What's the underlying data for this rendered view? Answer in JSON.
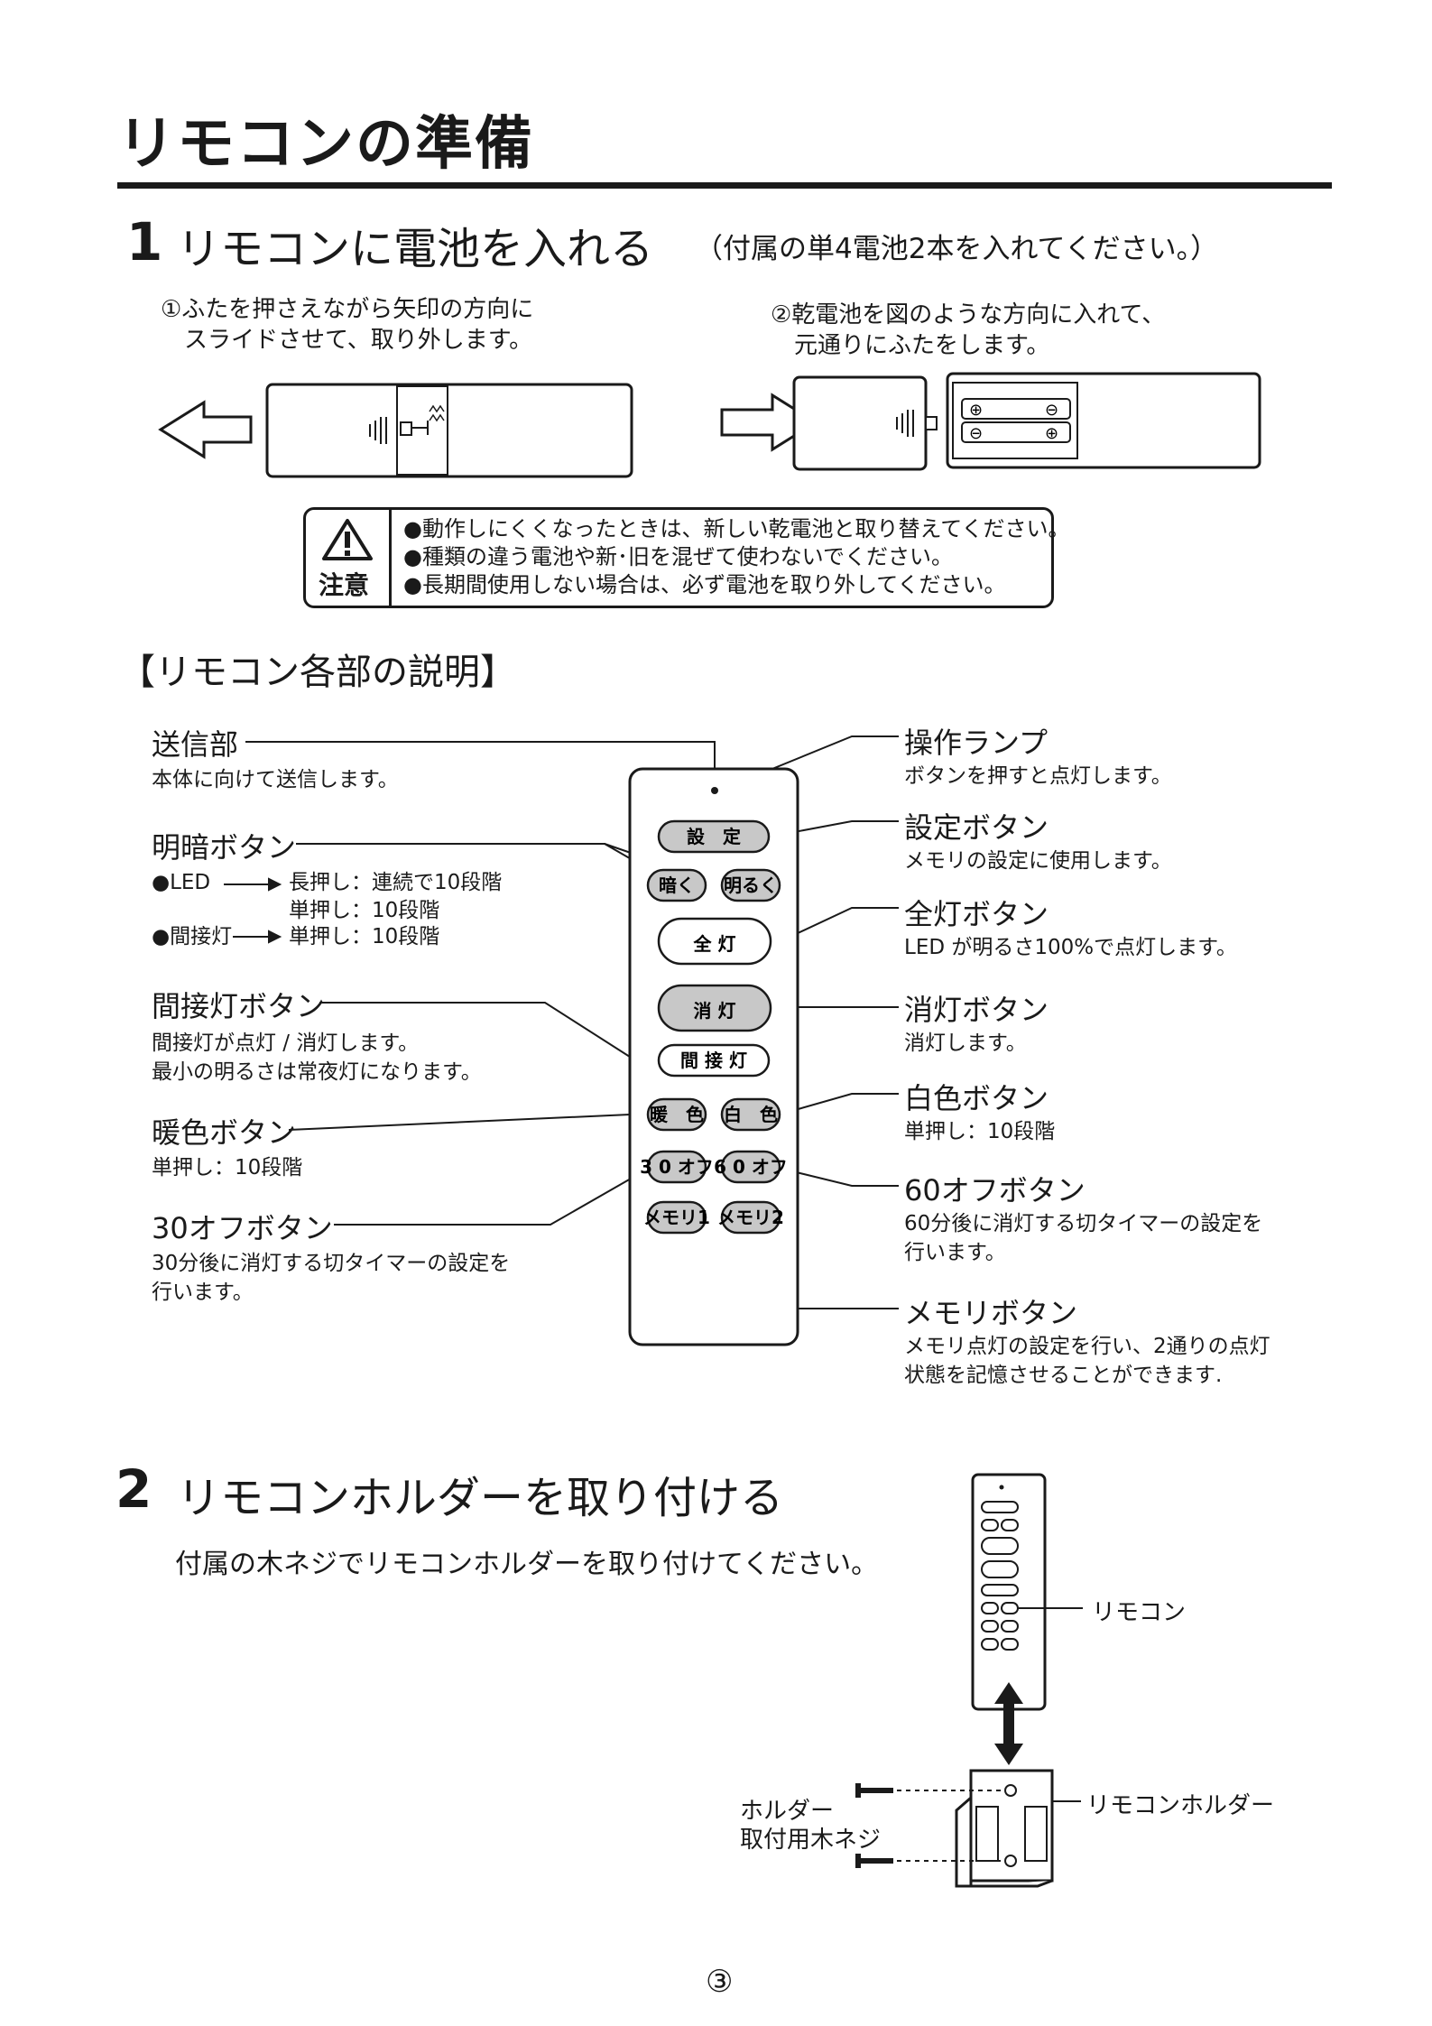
{
  "page_title": "リモコンの準備",
  "section1": {
    "number": "1",
    "title": "リモコンに電池を入れる",
    "note": "（付属の単4電池2本を入れてください。）",
    "step1": "①ふたを押さえながら矢印の方向に\n　スライドさせて、取り外します。",
    "step2": "②乾電池を図のような方向に入れて、\n　元通りにふたをします。",
    "battery_plus": "⊕",
    "battery_minus": "⊖"
  },
  "caution": {
    "label": "注意",
    "lines": [
      "●動作しにくくなったときは、新しい乾電池と取り替えてください。",
      "●種類の違う電池や新･旧を混ぜて使わないでください。",
      "●長期間使用しない場合は、必ず電池を取り外してください。"
    ]
  },
  "parts": {
    "title": "【リモコン各部の説明】",
    "transmitter": {
      "name": "送信部",
      "desc": "本体に向けて送信します。"
    },
    "dimmer": {
      "name": "明暗ボタン",
      "led_label": "●LED",
      "led_line1": "長押し：連続で10段階",
      "led_line2": "単押し：10段階",
      "indirect_label": "●間接灯",
      "indirect_line": "単押し：10段階"
    },
    "indirect": {
      "name": "間接灯ボタン",
      "desc1": "間接灯が点灯 / 消灯します。",
      "desc2": "最小の明るさは常夜灯になります。"
    },
    "warm": {
      "name": "暖色ボタン",
      "desc": "単押し：10段階"
    },
    "off30": {
      "name": "30オフボタン",
      "desc1": "30分後に消灯する切タイマーの設定を",
      "desc2": "行います。"
    },
    "lamp": {
      "name": "操作ランプ",
      "desc": "ボタンを押すと点灯します。"
    },
    "setting": {
      "name": "設定ボタン",
      "desc": "メモリの設定に使用します。"
    },
    "full": {
      "name": "全灯ボタン",
      "desc": "LED が明るさ100%で点灯します。"
    },
    "off": {
      "name": "消灯ボタン",
      "desc": "消灯します。"
    },
    "white": {
      "name": "白色ボタン",
      "desc": "単押し：10段階"
    },
    "off60": {
      "name": "60オフボタン",
      "desc1": "60分後に消灯する切タイマーの設定を",
      "desc2": "行います。"
    },
    "memory": {
      "name": "メモリボタン",
      "desc1": "メモリ点灯の設定を行い、2通りの点灯",
      "desc2": "状態を記憶させることができます."
    },
    "remote_buttons": {
      "setting": "設　定",
      "dark": "暗く",
      "bright": "明るく",
      "full": "全 灯",
      "off": "消 灯",
      "indirect": "間 接 灯",
      "warm": "暖　色",
      "white": "白　色",
      "off30": "3 0 オフ",
      "off60": "6 0 オフ",
      "mem1": "メモリ1",
      "mem2": "メモリ2"
    }
  },
  "section2": {
    "number": "2",
    "title": "リモコンホルダーを取り付ける",
    "desc": "付属の木ネジでリモコンホルダーを取り付けてください。",
    "label_remote": "リモコン",
    "label_holder": "リモコンホルダー",
    "label_screw1": "ホルダー",
    "label_screw2": "取付用木ネジ"
  },
  "page_number": "③"
}
